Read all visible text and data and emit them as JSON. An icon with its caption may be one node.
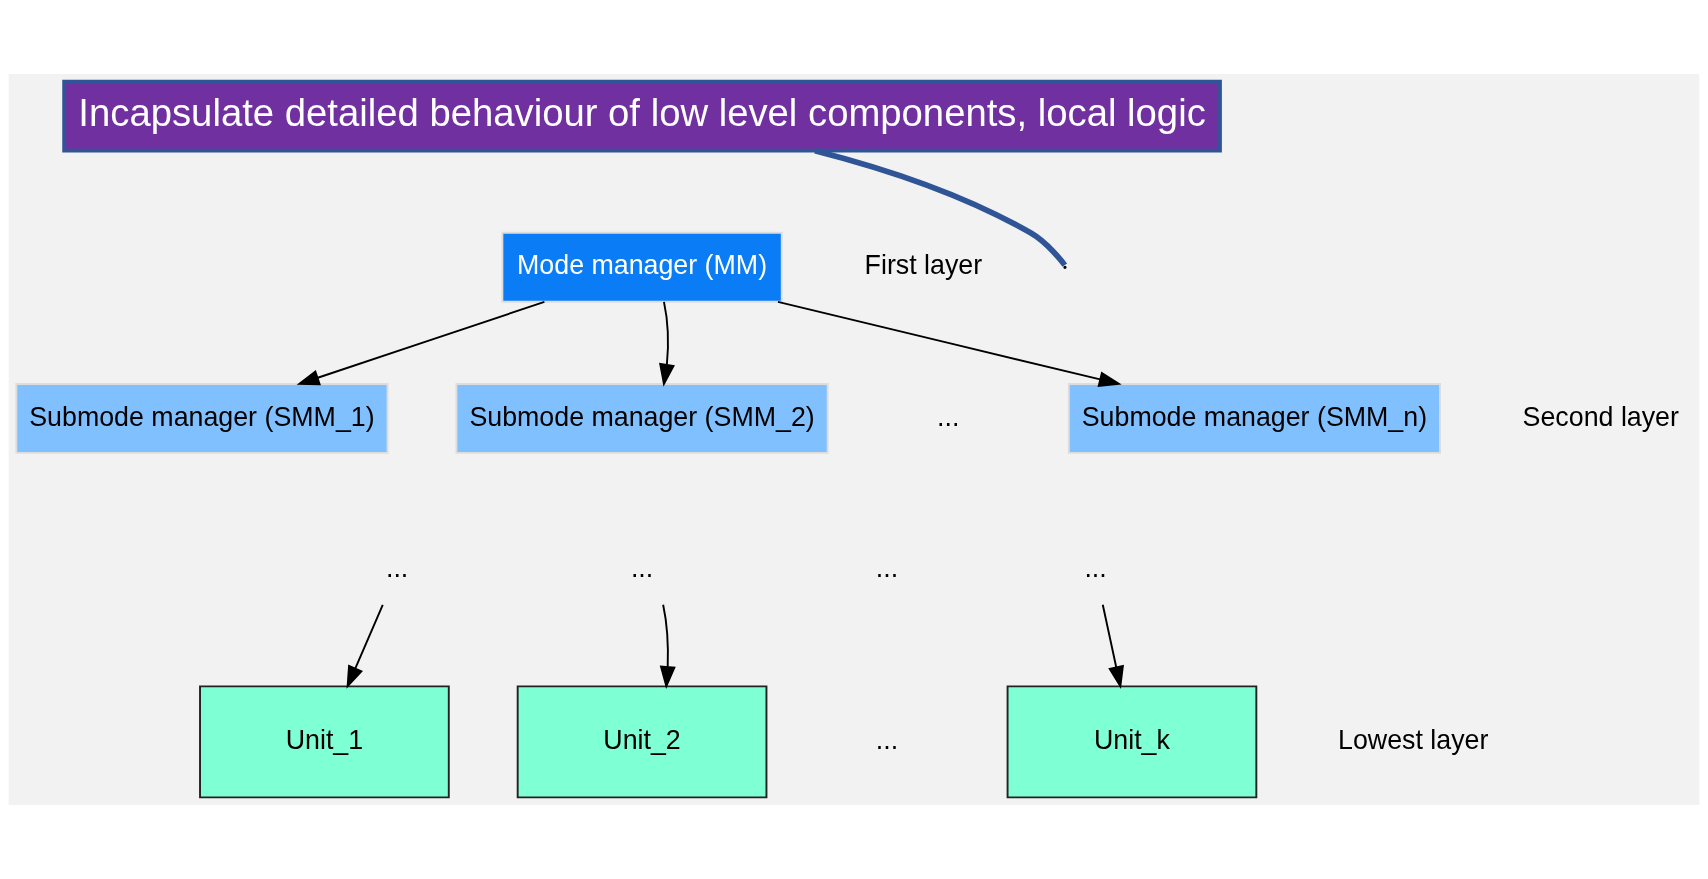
{
  "diagram": {
    "nodes": [
      {
        "text": [
          "Incapsulate detailed behaviour of low level components, local logic"
        ]
      },
      {
        "text": [
          "Mode manager (MM)"
        ]
      },
      {
        "text": [
          "Submode manager (SMM_1)"
        ]
      },
      {
        "text": [
          "Submode manager (SMM_2)"
        ]
      },
      {
        "text": [
          "Submode manager (SMM_n)"
        ]
      },
      {
        "text": [
          "..."
        ]
      },
      {
        "text": [
          "..."
        ]
      },
      {
        "text": [
          "..."
        ]
      },
      {
        "text": [
          "Unit_1"
        ]
      },
      {
        "text": [
          "Unit_2"
        ]
      },
      {
        "text": [
          "Unit_k"
        ]
      }
    ],
    "edges": [
      {
        "from": 0,
        "to": null,
        "arrow": "none",
        "color": "#2f5597",
        "style": "thick"
      },
      {
        "from": 1,
        "to": 2,
        "arrow": "to"
      },
      {
        "from": 1,
        "to": 3,
        "arrow": "to"
      },
      {
        "from": 1,
        "to": 4,
        "arrow": "to"
      },
      {
        "from": 5,
        "to": 8,
        "arrow": "to"
      },
      {
        "from": 6,
        "to": 9,
        "arrow": "to"
      },
      {
        "from": 7,
        "to": 10,
        "arrow": "to"
      }
    ],
    "labels": [
      "First layer",
      "...",
      "Second layer",
      "...",
      "...",
      "Lowest layer"
    ]
  }
}
